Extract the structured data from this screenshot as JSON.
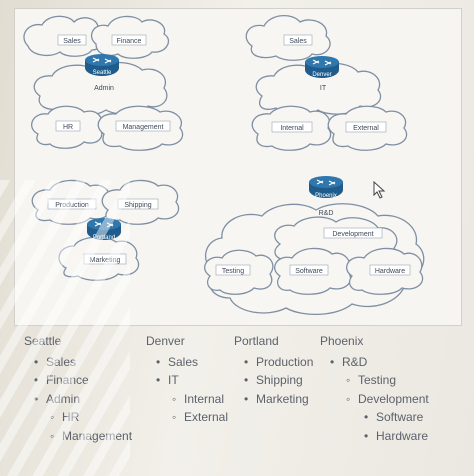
{
  "sites": {
    "seattle": {
      "router": "Seattle",
      "core": "Admin",
      "top_left": "Sales",
      "top_right": "Finance",
      "bottom_left": "HR",
      "bottom_right": "Management"
    },
    "denver": {
      "router": "Denver",
      "core": "IT",
      "top": "Sales",
      "bottom_left": "Internal",
      "bottom_right": "External"
    },
    "portland": {
      "router": "Portland",
      "top_left": "Production",
      "top_right": "Shipping",
      "bottom": "Marketing"
    },
    "phoenix": {
      "router": "Phoenix",
      "core": "R&D",
      "inner": "Development",
      "left": "Testing",
      "mid": "Software",
      "right": "Hardware"
    }
  },
  "lists": {
    "seattle": {
      "heading": "Seattle",
      "items": [
        "Sales",
        "Finance",
        "Admin"
      ],
      "sub": [
        "HR",
        "Management"
      ]
    },
    "denver": {
      "heading": "Denver",
      "items": [
        "Sales",
        "IT"
      ],
      "sub": [
        "Internal",
        "External"
      ]
    },
    "portland": {
      "heading": "Portland",
      "items": [
        "Production",
        "Shipping",
        "Marketing"
      ]
    },
    "phoenix": {
      "heading": "Phoenix",
      "items": [
        "R&D"
      ],
      "sub": [
        "Testing",
        "Development"
      ],
      "subsub": [
        "Software",
        "Hardware"
      ]
    }
  },
  "colors": {
    "router": "#1f5c8c",
    "cloud_stroke": "#7f8fa3",
    "text": "#5c626b"
  }
}
